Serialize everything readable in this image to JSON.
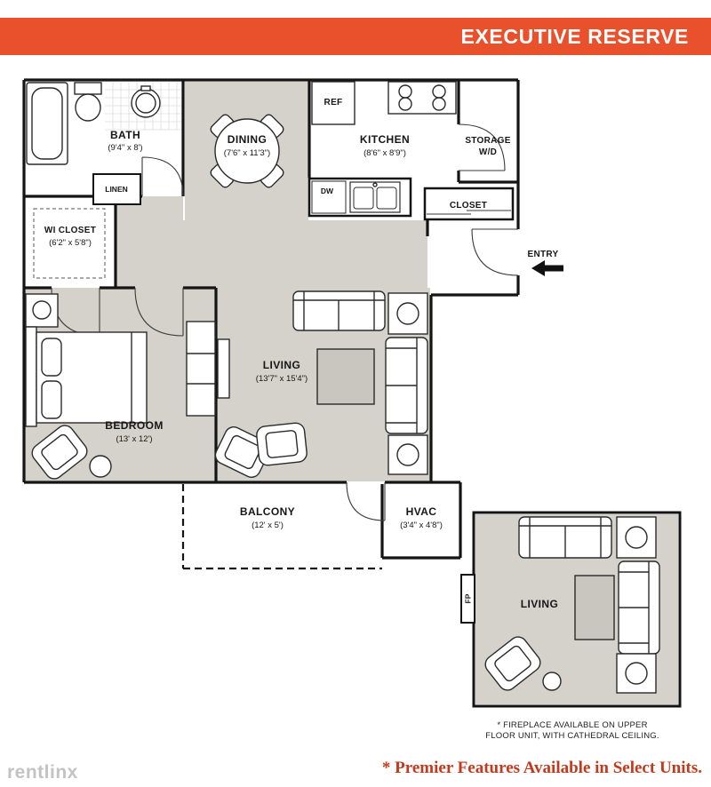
{
  "header": {
    "title": "EXECUTIVE RESERVE"
  },
  "plan": {
    "bath": {
      "name": "BATH",
      "dims": "(9'4\" x 8')"
    },
    "linen": {
      "name": "LINEN"
    },
    "dining": {
      "name": "DINING",
      "dims": "(7'6\" x 11'3\")"
    },
    "kitchen": {
      "name": "KITCHEN",
      "dims": "(8'6\" x 8'9\")"
    },
    "ref": {
      "label": "REF"
    },
    "dw": {
      "label": "DW"
    },
    "storage": {
      "line1": "STORAGE",
      "line2": "W/D"
    },
    "closet": {
      "name": "CLOSET"
    },
    "entry": {
      "name": "ENTRY"
    },
    "wi_closet": {
      "name": "WI CLOSET",
      "dims": "(6'2\" x 5'8\")"
    },
    "living": {
      "name": "LIVING",
      "dims": "(13'7\" x 15'4\")"
    },
    "bedroom": {
      "name": "BEDROOM",
      "dims": "(13' x 12')"
    },
    "balcony": {
      "name": "BALCONY",
      "dims": "(12' x 5')"
    },
    "hvac": {
      "name": "HVAC",
      "dims": "(3'4\" x 4'8\")"
    }
  },
  "upper_plan": {
    "living": "LIVING",
    "fp": "FP",
    "note_line1": "* FIREPLACE AVAILABLE ON UPPER",
    "note_line2": "FLOOR UNIT, WITH CATHEDRAL CEILING."
  },
  "footer": {
    "watermark": "rentlinx",
    "note": "* Premier Features Available in Select Units."
  },
  "colors": {
    "header_bg": "#e8512c",
    "note_red": "#c23a1d",
    "floor_gray": "#d5d2cb",
    "wall_black": "#141414",
    "watermark_gray": "#c3c3c3"
  }
}
